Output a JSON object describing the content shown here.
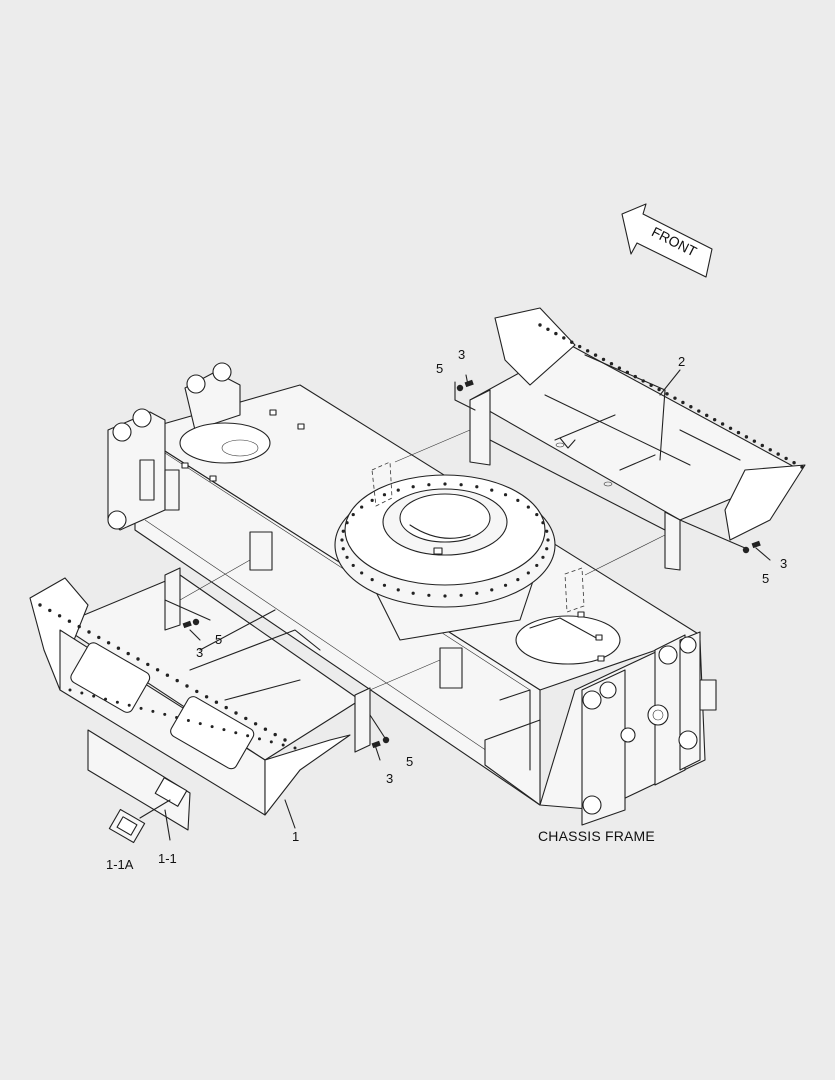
{
  "diagram": {
    "caption": "CHASSIS FRAME",
    "front_arrow_label": "FRONT",
    "callouts": [
      {
        "id": "c-3-top",
        "text": "3"
      },
      {
        "id": "c-5-top",
        "text": "5"
      },
      {
        "id": "c-2",
        "text": "2"
      },
      {
        "id": "c-3-right",
        "text": "3"
      },
      {
        "id": "c-5-right",
        "text": "5"
      },
      {
        "id": "c-5-left",
        "text": "5"
      },
      {
        "id": "c-3-left",
        "text": "3"
      },
      {
        "id": "c-3-bottom",
        "text": "3"
      },
      {
        "id": "c-5-bottom",
        "text": "5"
      },
      {
        "id": "c-1",
        "text": "1"
      },
      {
        "id": "c-1-1a",
        "text": "1-1A"
      },
      {
        "id": "c-1-1",
        "text": "1-1"
      }
    ],
    "colors": {
      "background": "#ececec",
      "line": "#222222",
      "panel": "#f6f6f6"
    }
  }
}
